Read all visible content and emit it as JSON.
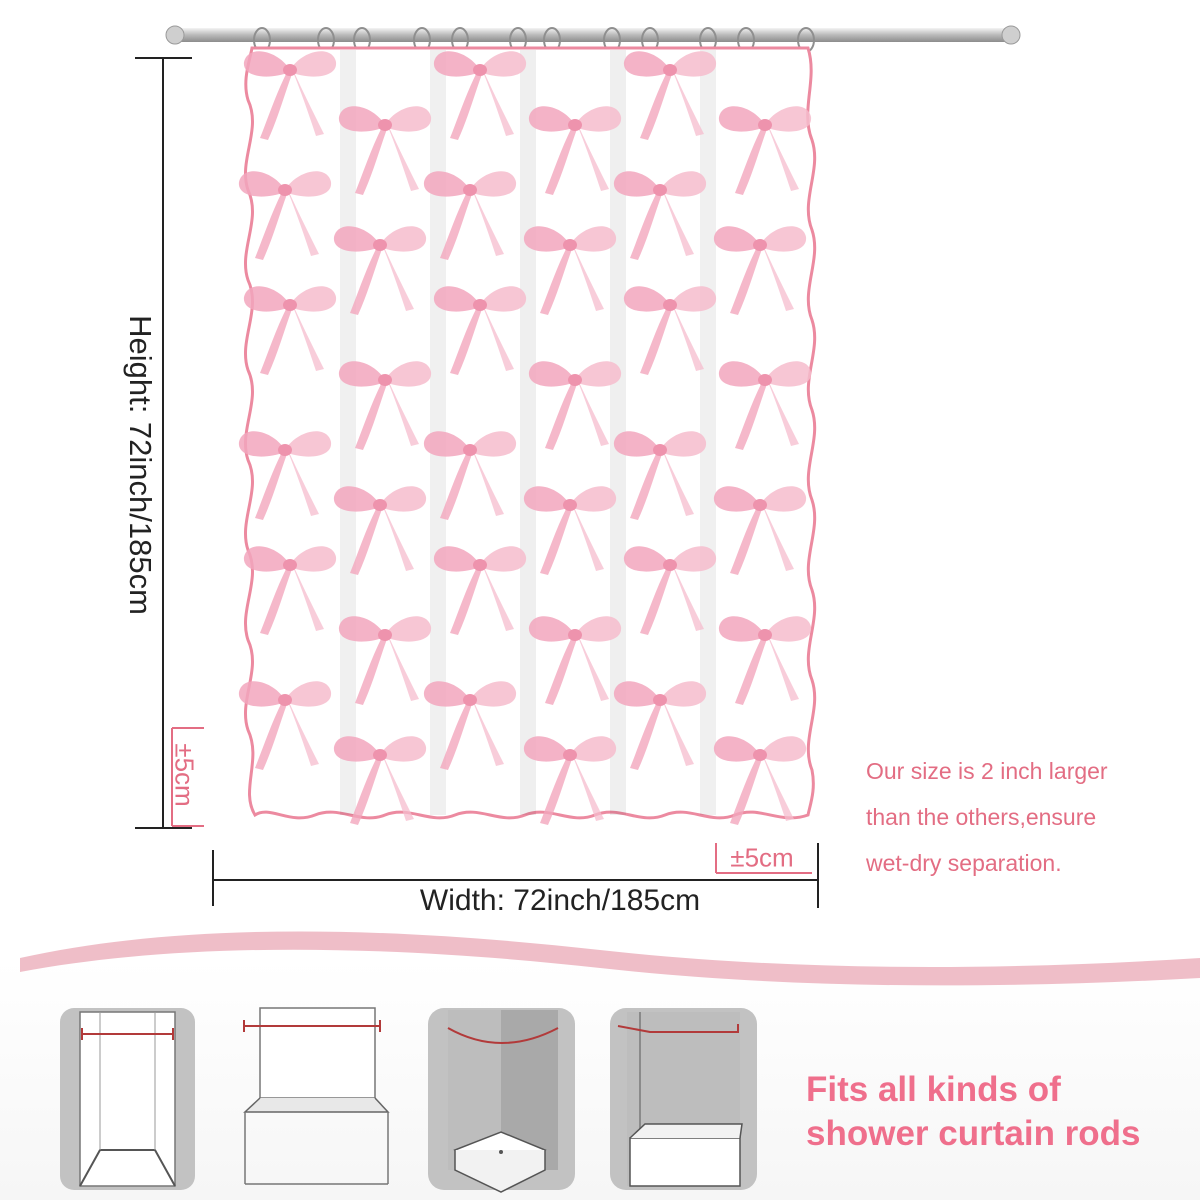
{
  "dimensions": {
    "height_label": "Height: 72inch/185cm",
    "width_label": "Width: 72inch/185cm",
    "tolerance_height": "±5cm",
    "tolerance_width": "±5cm"
  },
  "size_note": {
    "line1": "Our size is 2 inch larger",
    "line2": "than the others,ensure",
    "line3": "wet-dry separation."
  },
  "fits": {
    "line1": "Fits all kinds of",
    "line2": "shower curtain rods"
  },
  "colors": {
    "accent_pink": "#e36d83",
    "heading_pink": "#ef6f8c",
    "bow_pink": "#f2a6bd",
    "wave_pink": "#e9a8b6",
    "diagram_gray": "#bdbdbd",
    "rod_red": "#b23a3a"
  },
  "rod_types": [
    "straight-rod",
    "straight-rod",
    "curved-rod",
    "corner-rod"
  ]
}
